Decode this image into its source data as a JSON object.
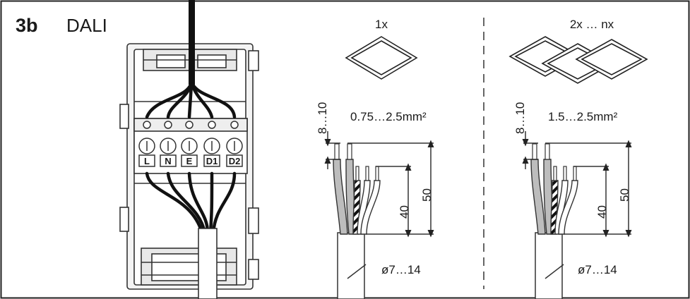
{
  "header": {
    "step": "3b",
    "title": "DALI"
  },
  "terminals": [
    "L",
    "N",
    "E",
    "D1",
    "D2"
  ],
  "panel_single": {
    "count_label": "1x",
    "cross_section": "0.75…2.5mm²",
    "strip_length": "8…10",
    "inner_length": "40",
    "outer_length": "50",
    "diameter": "ø7…14"
  },
  "panel_multi": {
    "count_label": "2x … nx",
    "cross_section": "1.5…2.5mm²",
    "strip_length": "8…10",
    "inner_length": "40",
    "outer_length": "50",
    "diameter": "ø7…14"
  }
}
